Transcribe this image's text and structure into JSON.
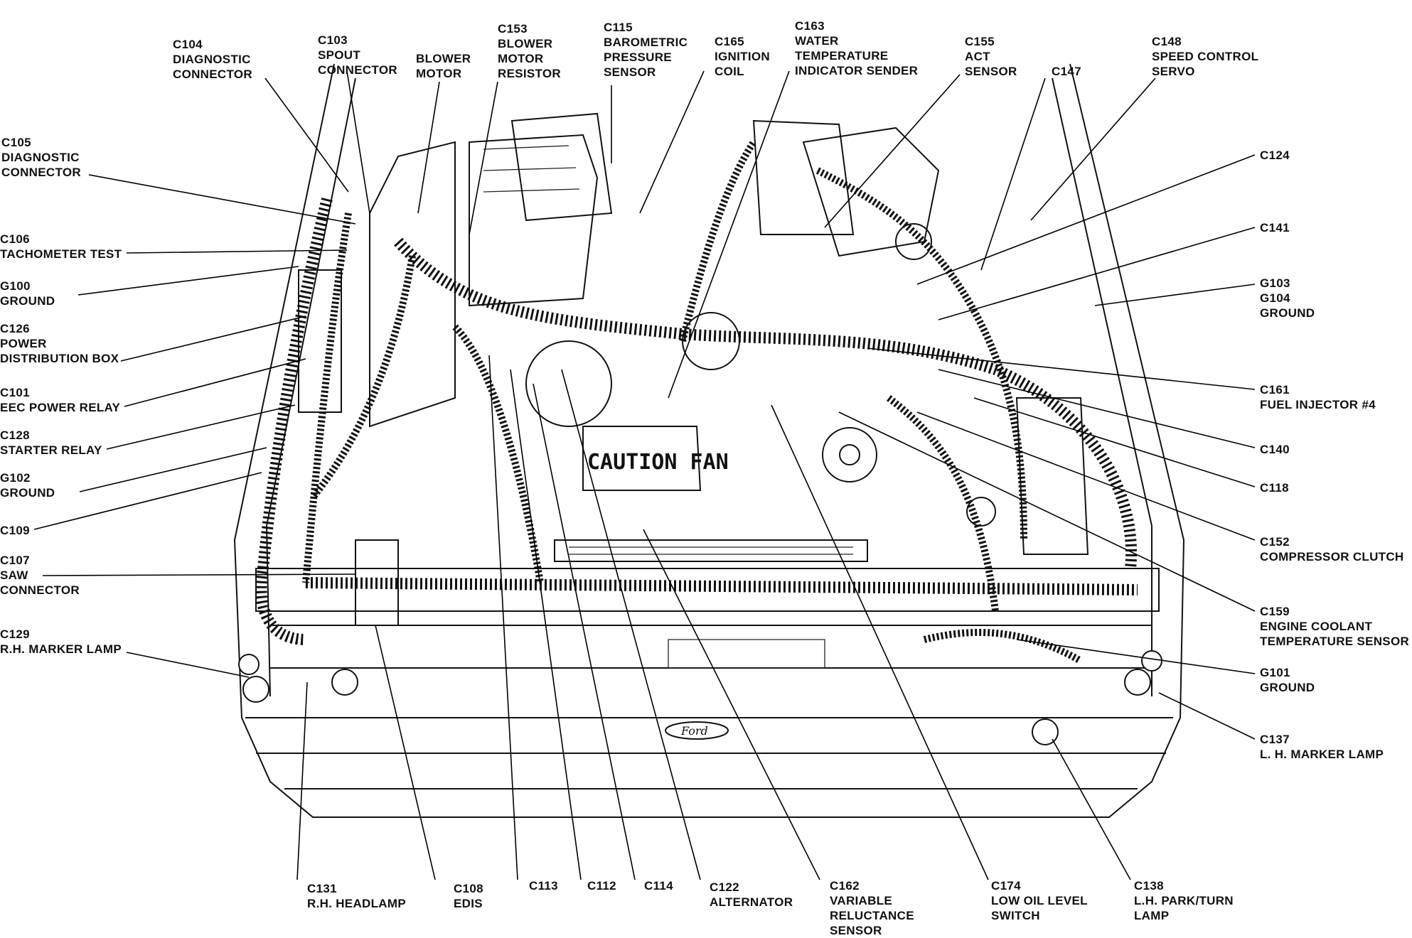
{
  "diagram": {
    "caution_plate": "CAUTION FAN",
    "labels": {
      "c104": [
        "C104",
        "DIAGNOSTIC",
        "CONNECTOR"
      ],
      "c103": [
        "C103",
        "SPOUT",
        "CONNECTOR"
      ],
      "blower": [
        "BLOWER",
        "MOTOR"
      ],
      "c153": [
        "C153",
        "BLOWER",
        "MOTOR",
        "RESISTOR"
      ],
      "c115": [
        "C115",
        "BAROMETRIC",
        "PRESSURE",
        "SENSOR"
      ],
      "c165": [
        "C165",
        "IGNITION",
        "COIL"
      ],
      "c163": [
        "C163",
        "WATER",
        "TEMPERATURE",
        "INDICATOR SENDER"
      ],
      "c155": [
        "C155",
        "ACT",
        "SENSOR"
      ],
      "c147": [
        "C147"
      ],
      "c148": [
        "C148",
        "SPEED CONTROL",
        "SERVO"
      ],
      "c105": [
        "C105",
        "DIAGNOSTIC",
        "CONNECTOR"
      ],
      "c106": [
        "C106",
        "TACHOMETER TEST"
      ],
      "g100": [
        "G100",
        "GROUND"
      ],
      "c126": [
        "C126",
        "POWER",
        "DISTRIBUTION BOX"
      ],
      "c101": [
        "C101",
        "EEC POWER RELAY"
      ],
      "c128": [
        "C128",
        "STARTER RELAY"
      ],
      "g102": [
        "G102",
        "GROUND"
      ],
      "c109": [
        "C109"
      ],
      "c107": [
        "C107",
        "SAW",
        "CONNECTOR"
      ],
      "c129": [
        "C129",
        "R.H. MARKER LAMP"
      ],
      "c124": [
        "C124"
      ],
      "c141": [
        "C141"
      ],
      "g103": [
        "G103",
        "G104",
        "GROUND"
      ],
      "c161": [
        "C161",
        "FUEL INJECTOR #4"
      ],
      "c140": [
        "C140"
      ],
      "c118": [
        "C118"
      ],
      "c152r": [
        "C152",
        "COMPRESSOR CLUTCH"
      ],
      "c159": [
        "C159",
        "ENGINE COOLANT",
        "TEMPERATURE SENSOR"
      ],
      "g101": [
        "G101",
        "GROUND"
      ],
      "c137": [
        "C137",
        "L. H.  MARKER LAMP"
      ],
      "c131": [
        "C131",
        "R.H. HEADLAMP"
      ],
      "c108": [
        "C108",
        "EDIS"
      ],
      "c113": [
        "C113"
      ],
      "c112": [
        "C112"
      ],
      "c114": [
        "C114"
      ],
      "c122": [
        "C122",
        "ALTERNATOR"
      ],
      "c162": [
        "C162",
        "VARIABLE",
        "RELUCTANCE",
        "SENSOR"
      ],
      "c174": [
        "C174",
        "LOW OIL LEVEL",
        "SWITCH"
      ],
      "c138": [
        "C138",
        "L.H. PARK/TURN",
        "LAMP"
      ]
    }
  }
}
